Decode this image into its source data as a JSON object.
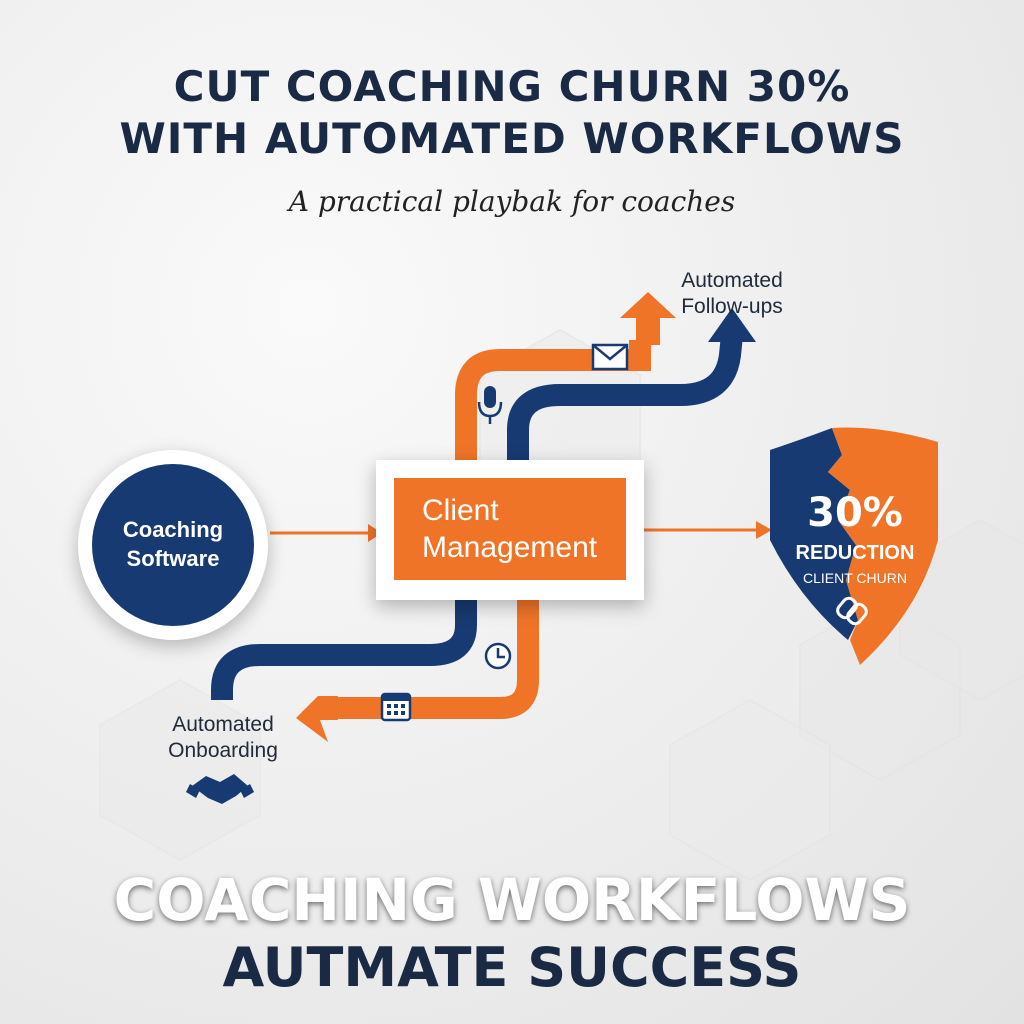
{
  "header": {
    "title_line1": "CUT COACHING CHURN 30%",
    "title_line2": "WITH AUTOMATED WORKFLOWS",
    "subtitle": "A practical playbak for coaches"
  },
  "nodes": {
    "software": {
      "line1": "Coaching",
      "line2": "Software"
    },
    "client_management": {
      "line1": "Client",
      "line2": "Management"
    },
    "followups": {
      "line1": "Automated",
      "line2": "Follow-ups"
    },
    "onboarding": {
      "line1": "Automated",
      "line2": "Onboarding"
    }
  },
  "result": {
    "percent": "30%",
    "reduction": "REDUCTION",
    "metric": "CLIENT CHURN"
  },
  "footer": {
    "line1": "COACHING WORKFLOWS",
    "line2": "AUTMATE SUCCESS"
  },
  "colors": {
    "navy": "#173a72",
    "orange": "#ef7428",
    "title": "#1a2a44"
  },
  "icons": [
    "envelope-icon",
    "microphone-icon",
    "clock-icon",
    "calendar-icon",
    "handshake-icon",
    "chain-link-icon"
  ]
}
